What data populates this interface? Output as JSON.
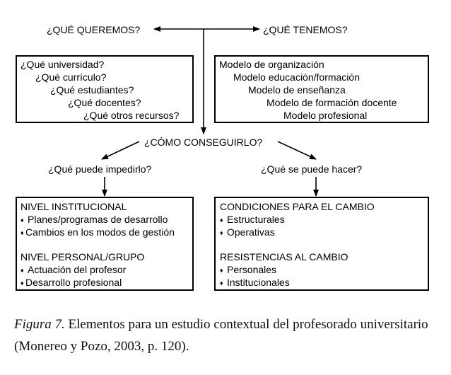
{
  "top": {
    "left_question": "¿QUÉ QUEREMOS?",
    "right_question": "¿QUÉ TENEMOS?"
  },
  "box_left": {
    "lines": [
      "¿Qué universidad?",
      "¿Qué currículo?",
      "¿Qué estudiantes?",
      "¿Qué docentes?",
      "¿Qué otros recursos?"
    ]
  },
  "box_right": {
    "lines": [
      "Modelo de organización",
      "Modelo educación/formación",
      "Modelo de enseñanza",
      "Modelo de formación docente",
      "Modelo profesional"
    ]
  },
  "middle": {
    "question": "¿CÓMO CONSEGUIRLO?",
    "left_branch": "¿Qué puede impedirlo?",
    "right_branch": "¿Qué se puede hacer?"
  },
  "bottom_left": {
    "heading1": "NIVEL INSTITUCIONAL",
    "items1": [
      "Planes/programas de desarrollo",
      "Cambios en los modos de gestión"
    ],
    "heading2": "NIVEL PERSONAL/GRUPO",
    "items2": [
      "Actuación del profesor",
      "Desarrollo profesional"
    ]
  },
  "bottom_right": {
    "heading1": "CONDICIONES PARA EL CAMBIO",
    "items1": [
      "Estructurales",
      "Operativas"
    ],
    "heading2": "RESISTENCIAS AL CAMBIO",
    "items2": [
      "Personales",
      "Institucionales"
    ]
  },
  "bullet_glyph": "♦",
  "caption": {
    "label": "Figura 7.",
    "text": " Elementos para un estudio contextual del profesorado universitario (Monereo y Pozo, 2003, p. 120)."
  }
}
